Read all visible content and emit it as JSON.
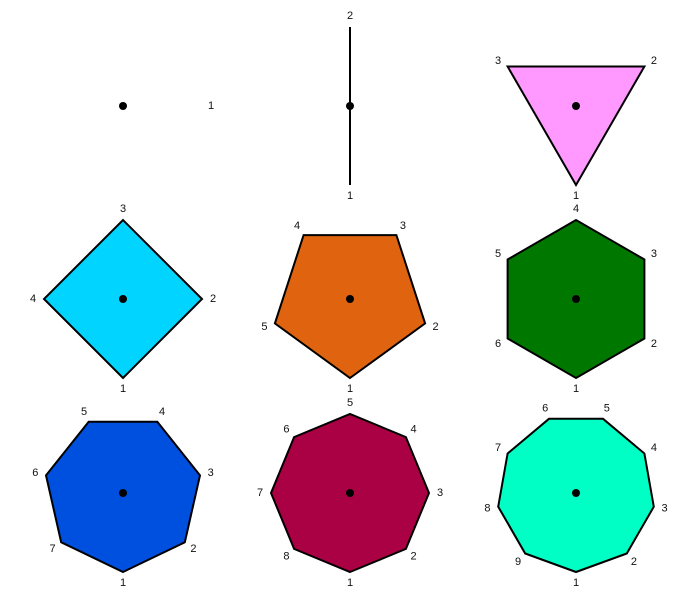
{
  "shapes": [
    {
      "sides": 1,
      "fill": "",
      "vertex_labels": [
        "1"
      ]
    },
    {
      "sides": 2,
      "fill": "",
      "vertex_labels": [
        "1",
        "2"
      ]
    },
    {
      "sides": 3,
      "fill": "#ff99ff",
      "vertex_labels": [
        "1",
        "2",
        "3"
      ]
    },
    {
      "sides": 4,
      "fill": "#00d4ff",
      "vertex_labels": [
        "1",
        "2",
        "3",
        "4"
      ]
    },
    {
      "sides": 5,
      "fill": "#e06410",
      "vertex_labels": [
        "1",
        "2",
        "3",
        "4",
        "5"
      ]
    },
    {
      "sides": 6,
      "fill": "#007800",
      "vertex_labels": [
        "1",
        "2",
        "3",
        "4",
        "5",
        "6"
      ]
    },
    {
      "sides": 7,
      "fill": "#0050e0",
      "vertex_labels": [
        "1",
        "2",
        "3",
        "4",
        "5",
        "6",
        "7"
      ]
    },
    {
      "sides": 8,
      "fill": "#aa0044",
      "vertex_labels": [
        "1",
        "2",
        "3",
        "4",
        "5",
        "6",
        "7",
        "8"
      ]
    },
    {
      "sides": 9,
      "fill": "#00ffc4",
      "vertex_labels": [
        "1",
        "2",
        "3",
        "4",
        "5",
        "6",
        "7",
        "8",
        "9"
      ]
    }
  ],
  "center_dot_color": "#000000",
  "outline_color": "#000000"
}
